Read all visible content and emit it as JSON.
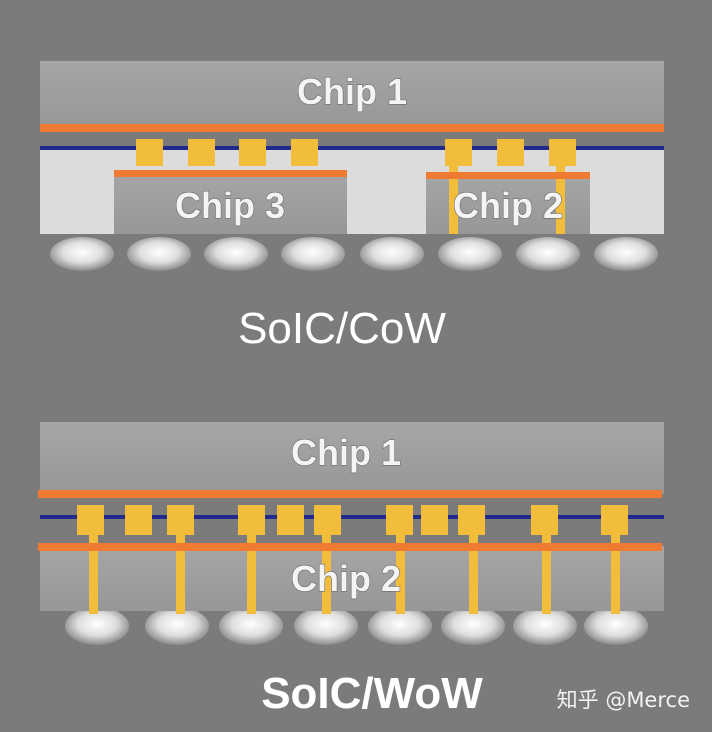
{
  "cow": {
    "chip_top": "Chip 1",
    "chip_left": "Chip 3",
    "chip_right": "Chip 2",
    "caption": "SoIC/CoW"
  },
  "wow": {
    "chip_top": "Chip 1",
    "chip_bottom": "Chip 2",
    "caption": "SoIC/WoW"
  },
  "watermark": "知乎 @Merce",
  "colors": {
    "background": "#7b7b7b",
    "chip_dark": "#9c9c9c",
    "chip_light": "#dcdcdc",
    "bond_layer": "#ef7a32",
    "interconnect_line": "#1f2a8c",
    "bond_pad": "#f3bd3c",
    "bump": "#eeeeee",
    "text": "#ffffff"
  }
}
